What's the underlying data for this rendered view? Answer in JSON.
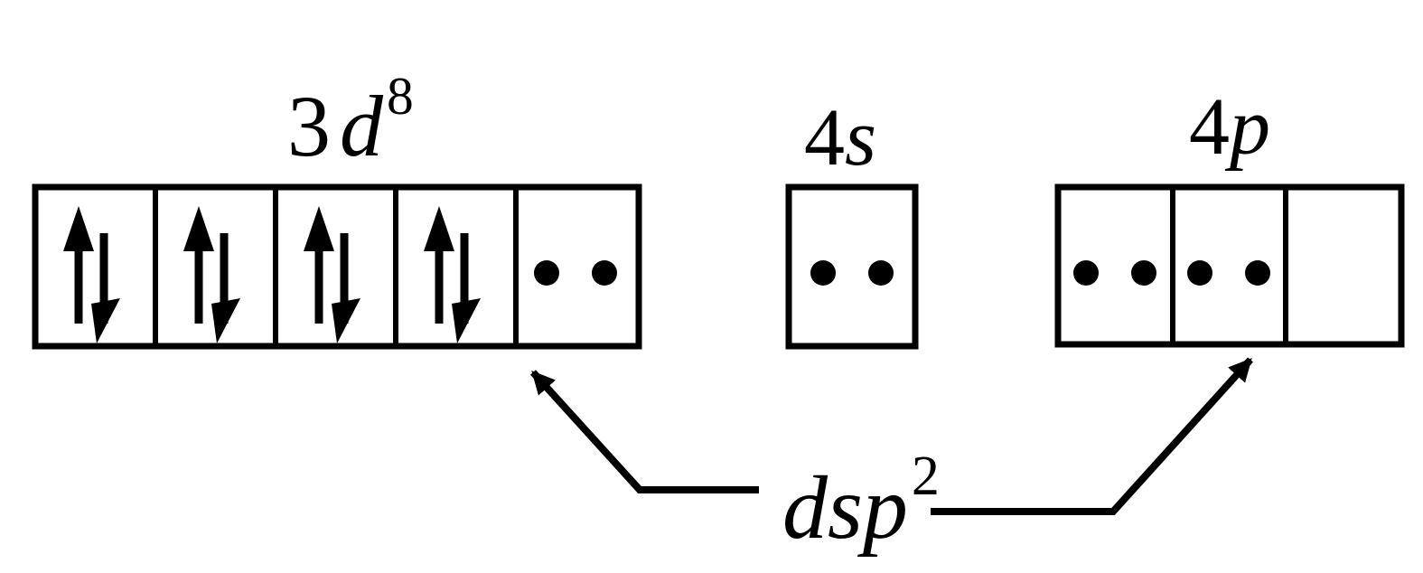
{
  "orbitals": [
    {
      "id": "3d",
      "label": {
        "prefix": "3",
        "symbol": "d",
        "superscript": "8"
      },
      "boxes": [
        {
          "content": "pair"
        },
        {
          "content": "pair"
        },
        {
          "content": "pair"
        },
        {
          "content": "pair"
        },
        {
          "content": "dots"
        }
      ]
    },
    {
      "id": "4s",
      "label": {
        "prefix": "4",
        "symbol": "s",
        "superscript": ""
      },
      "boxes": [
        {
          "content": "dots"
        }
      ]
    },
    {
      "id": "4p",
      "label": {
        "prefix": "4",
        "symbol": "p",
        "superscript": ""
      },
      "boxes": [
        {
          "content": "dots"
        },
        {
          "content": "dots"
        },
        {
          "content": "empty"
        }
      ]
    }
  ],
  "hybridization": {
    "symbol": "dsp",
    "superscript": "2"
  },
  "colors": {
    "ink": "#000000",
    "background": "#ffffff"
  }
}
